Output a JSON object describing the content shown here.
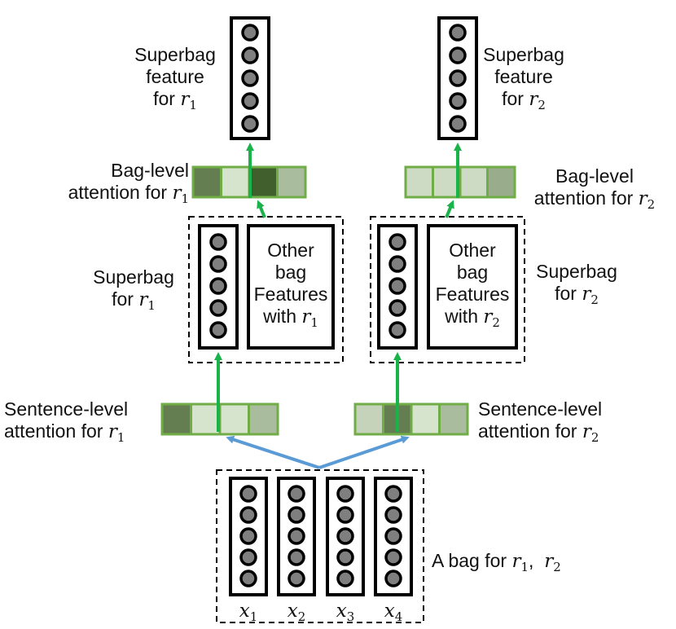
{
  "labels": {
    "superbag_feature_r1": [
      "Superbag",
      "feature",
      "for"
    ],
    "superbag_feature_r2": [
      "Superbag",
      "feature",
      "for"
    ],
    "bag_level_r1": [
      "Bag-level",
      "attention for"
    ],
    "bag_level_r2": [
      "Bag-level",
      "attention for"
    ],
    "superbag_r1": [
      "Superbag",
      "for"
    ],
    "superbag_r2": [
      "Superbag",
      "for"
    ],
    "other_bag_r1": [
      "Other",
      "bag",
      "Features",
      "with"
    ],
    "other_bag_r2": [
      "Other",
      "bag",
      "Features",
      "with"
    ],
    "sentence_level_r1": [
      "Sentence-level",
      "attention for"
    ],
    "sentence_level_r2": [
      "Sentence-level",
      "attention for"
    ],
    "a_bag": "A bag for"
  },
  "math": {
    "r": "r",
    "sub1": "1",
    "sub2": "2",
    "x": "x",
    "sentence_subs": [
      "1",
      "2",
      "3",
      "4"
    ],
    "comma": ","
  },
  "attention_weights": {
    "bag_level_r1": [
      0.75,
      0.1,
      0.95,
      0.35
    ],
    "bag_level_r2": [
      0.15,
      0.15,
      0.15,
      0.45
    ],
    "sentence_level_r1": [
      0.75,
      0.1,
      0.1,
      0.35
    ],
    "sentence_level_r2": [
      0.2,
      0.75,
      0.1,
      0.35
    ]
  },
  "colors": {
    "green_arrow": "#19b34a",
    "blue_arrow": "#5b9bd5",
    "attention_border": "#70ad47",
    "circle_fill": "#7f7f7f",
    "box_stroke": "#000000"
  }
}
